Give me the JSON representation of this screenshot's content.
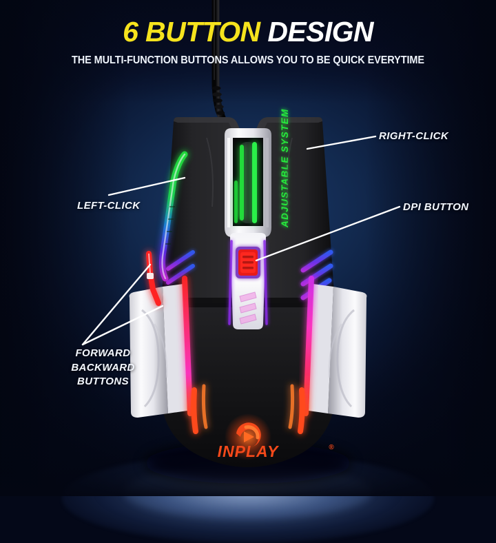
{
  "header": {
    "title_highlight": "6 BUTTON",
    "title_rest": "DESIGN",
    "subtitle": "THE MULTI-FUNCTION BUTTONS ALLOWS YOU TO BE QUICK EVERYTIME",
    "highlight_color": "#f6e31d",
    "text_color": "#ffffff"
  },
  "background": {
    "base_color": "#040818",
    "glow_color": "#1b3a6b",
    "stage_color": "#96b4eb"
  },
  "callouts": [
    {
      "id": "left-click",
      "label": "LEFT-CLICK"
    },
    {
      "id": "right-click",
      "label": "RIGHT-CLICK"
    },
    {
      "id": "dpi-button",
      "label": "DPI BUTTON"
    },
    {
      "id": "forward-backward",
      "line1": "FORWARD",
      "line2": "BACKWARD",
      "line3": "BUTTONS"
    }
  ],
  "product": {
    "brand": "INPLAY",
    "brand_mark": "®",
    "brand_color": "#f4491a",
    "side_text": "ADJUSTABLE SYSTEM",
    "side_text_color": "#27e83c",
    "rgb_colors": {
      "green": "#21e03a",
      "blue": "#2b5cf0",
      "purple": "#7a2ae6",
      "magenta": "#ff2fa8",
      "red": "#ff2b2b",
      "orange": "#ff5a1e"
    },
    "body_color": "#1a1a1c",
    "accent_color": "#f2f2f4"
  }
}
